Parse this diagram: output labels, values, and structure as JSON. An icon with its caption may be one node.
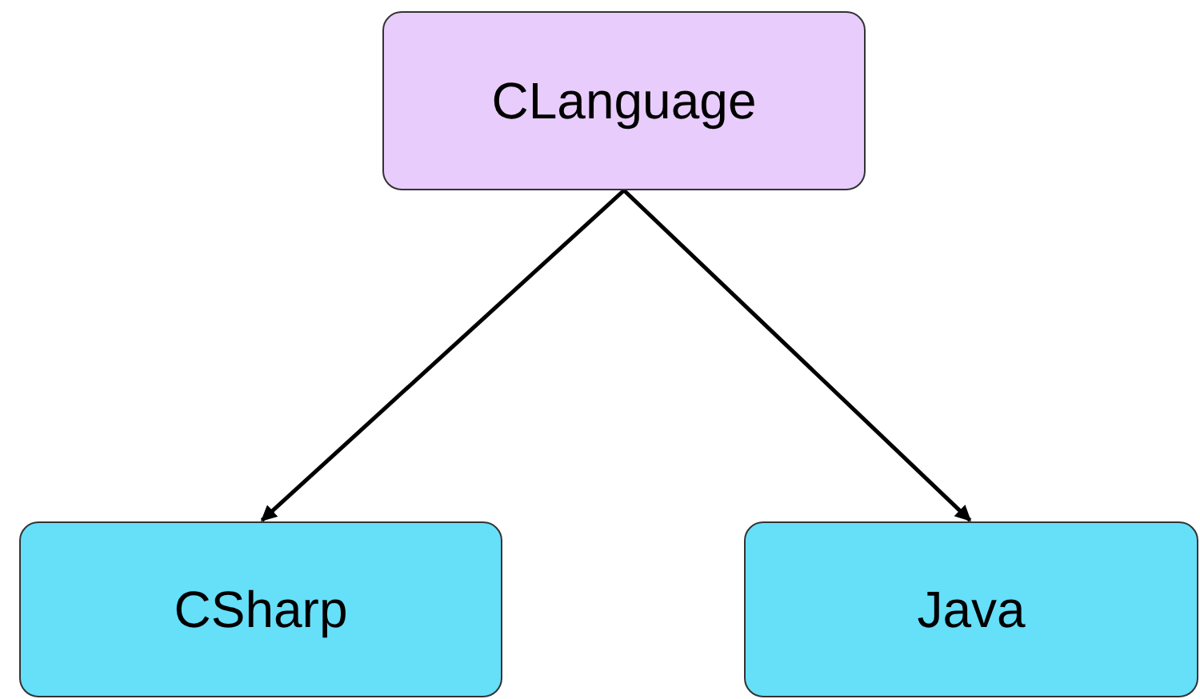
{
  "diagram": {
    "nodes": [
      {
        "text": [
          "CLanguage"
        ]
      },
      {
        "text": [
          "CSharp"
        ]
      },
      {
        "text": [
          "Java"
        ]
      }
    ],
    "edges": [
      {
        "from": 0,
        "to": 1,
        "arrow": "to"
      },
      {
        "from": 0,
        "to": 2,
        "arrow": "to"
      }
    ]
  }
}
